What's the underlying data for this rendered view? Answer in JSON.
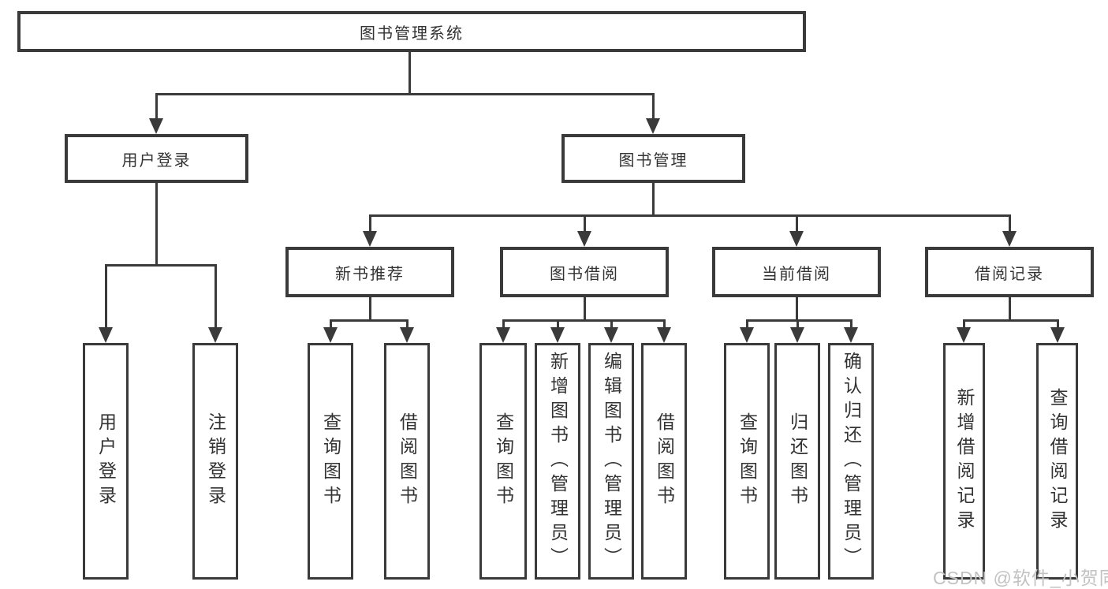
{
  "tree": {
    "label": "图书管理系统",
    "children": [
      {
        "label": "用户登录",
        "children": [
          {
            "label": "用户登录"
          },
          {
            "label": "注销登录"
          }
        ]
      },
      {
        "label": "图书管理",
        "children": [
          {
            "label": "新书推荐",
            "children": [
              {
                "label": "查询图书"
              },
              {
                "label": "借阅图书"
              }
            ]
          },
          {
            "label": "图书借阅",
            "children": [
              {
                "label": "查询图书"
              },
              {
                "label": "新增图书（管理员）"
              },
              {
                "label": "编辑图书（管理员）"
              },
              {
                "label": "借阅图书"
              }
            ]
          },
          {
            "label": "当前借阅",
            "children": [
              {
                "label": "查询图书"
              },
              {
                "label": "归还图书"
              },
              {
                "label": "确认归还（管理员）"
              }
            ]
          },
          {
            "label": "借阅记录",
            "children": [
              {
                "label": "新增借阅记录"
              },
              {
                "label": "查询借阅记录"
              }
            ]
          }
        ]
      }
    ]
  },
  "watermark": {
    "text": "CSDN @软件_小贺同学",
    "color": "#c2c2c2"
  },
  "colors": {
    "box_border": "#3a3a3a",
    "connector": "#3a3a3a",
    "label_text": "#333333",
    "background": "#ffffff"
  }
}
